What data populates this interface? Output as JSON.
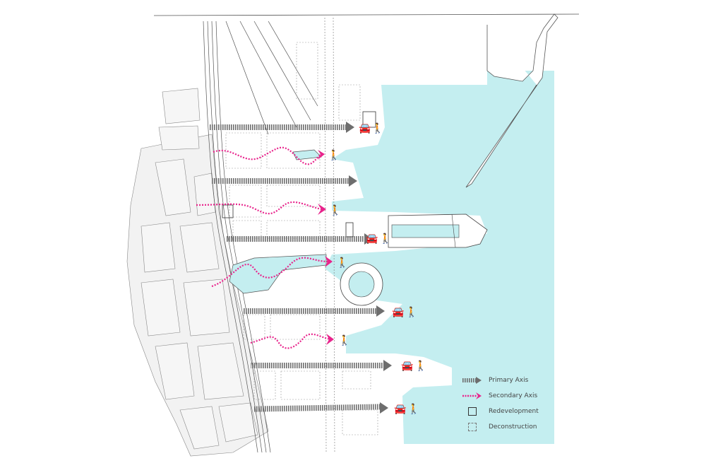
{
  "legend": {
    "items": [
      {
        "label": "Primary Axis",
        "icon": "primary-axis-arrow"
      },
      {
        "label": "Secondary Axis",
        "icon": "secondary-axis-arrow"
      },
      {
        "label": "Redevelopment",
        "icon": "solid-square"
      },
      {
        "label": "Deconstruction",
        "icon": "dashed-square"
      }
    ]
  },
  "colors": {
    "water": "#c4eef0",
    "primary": "#6e6e6e",
    "secondary": "#e8248c",
    "lines": "#555555"
  }
}
